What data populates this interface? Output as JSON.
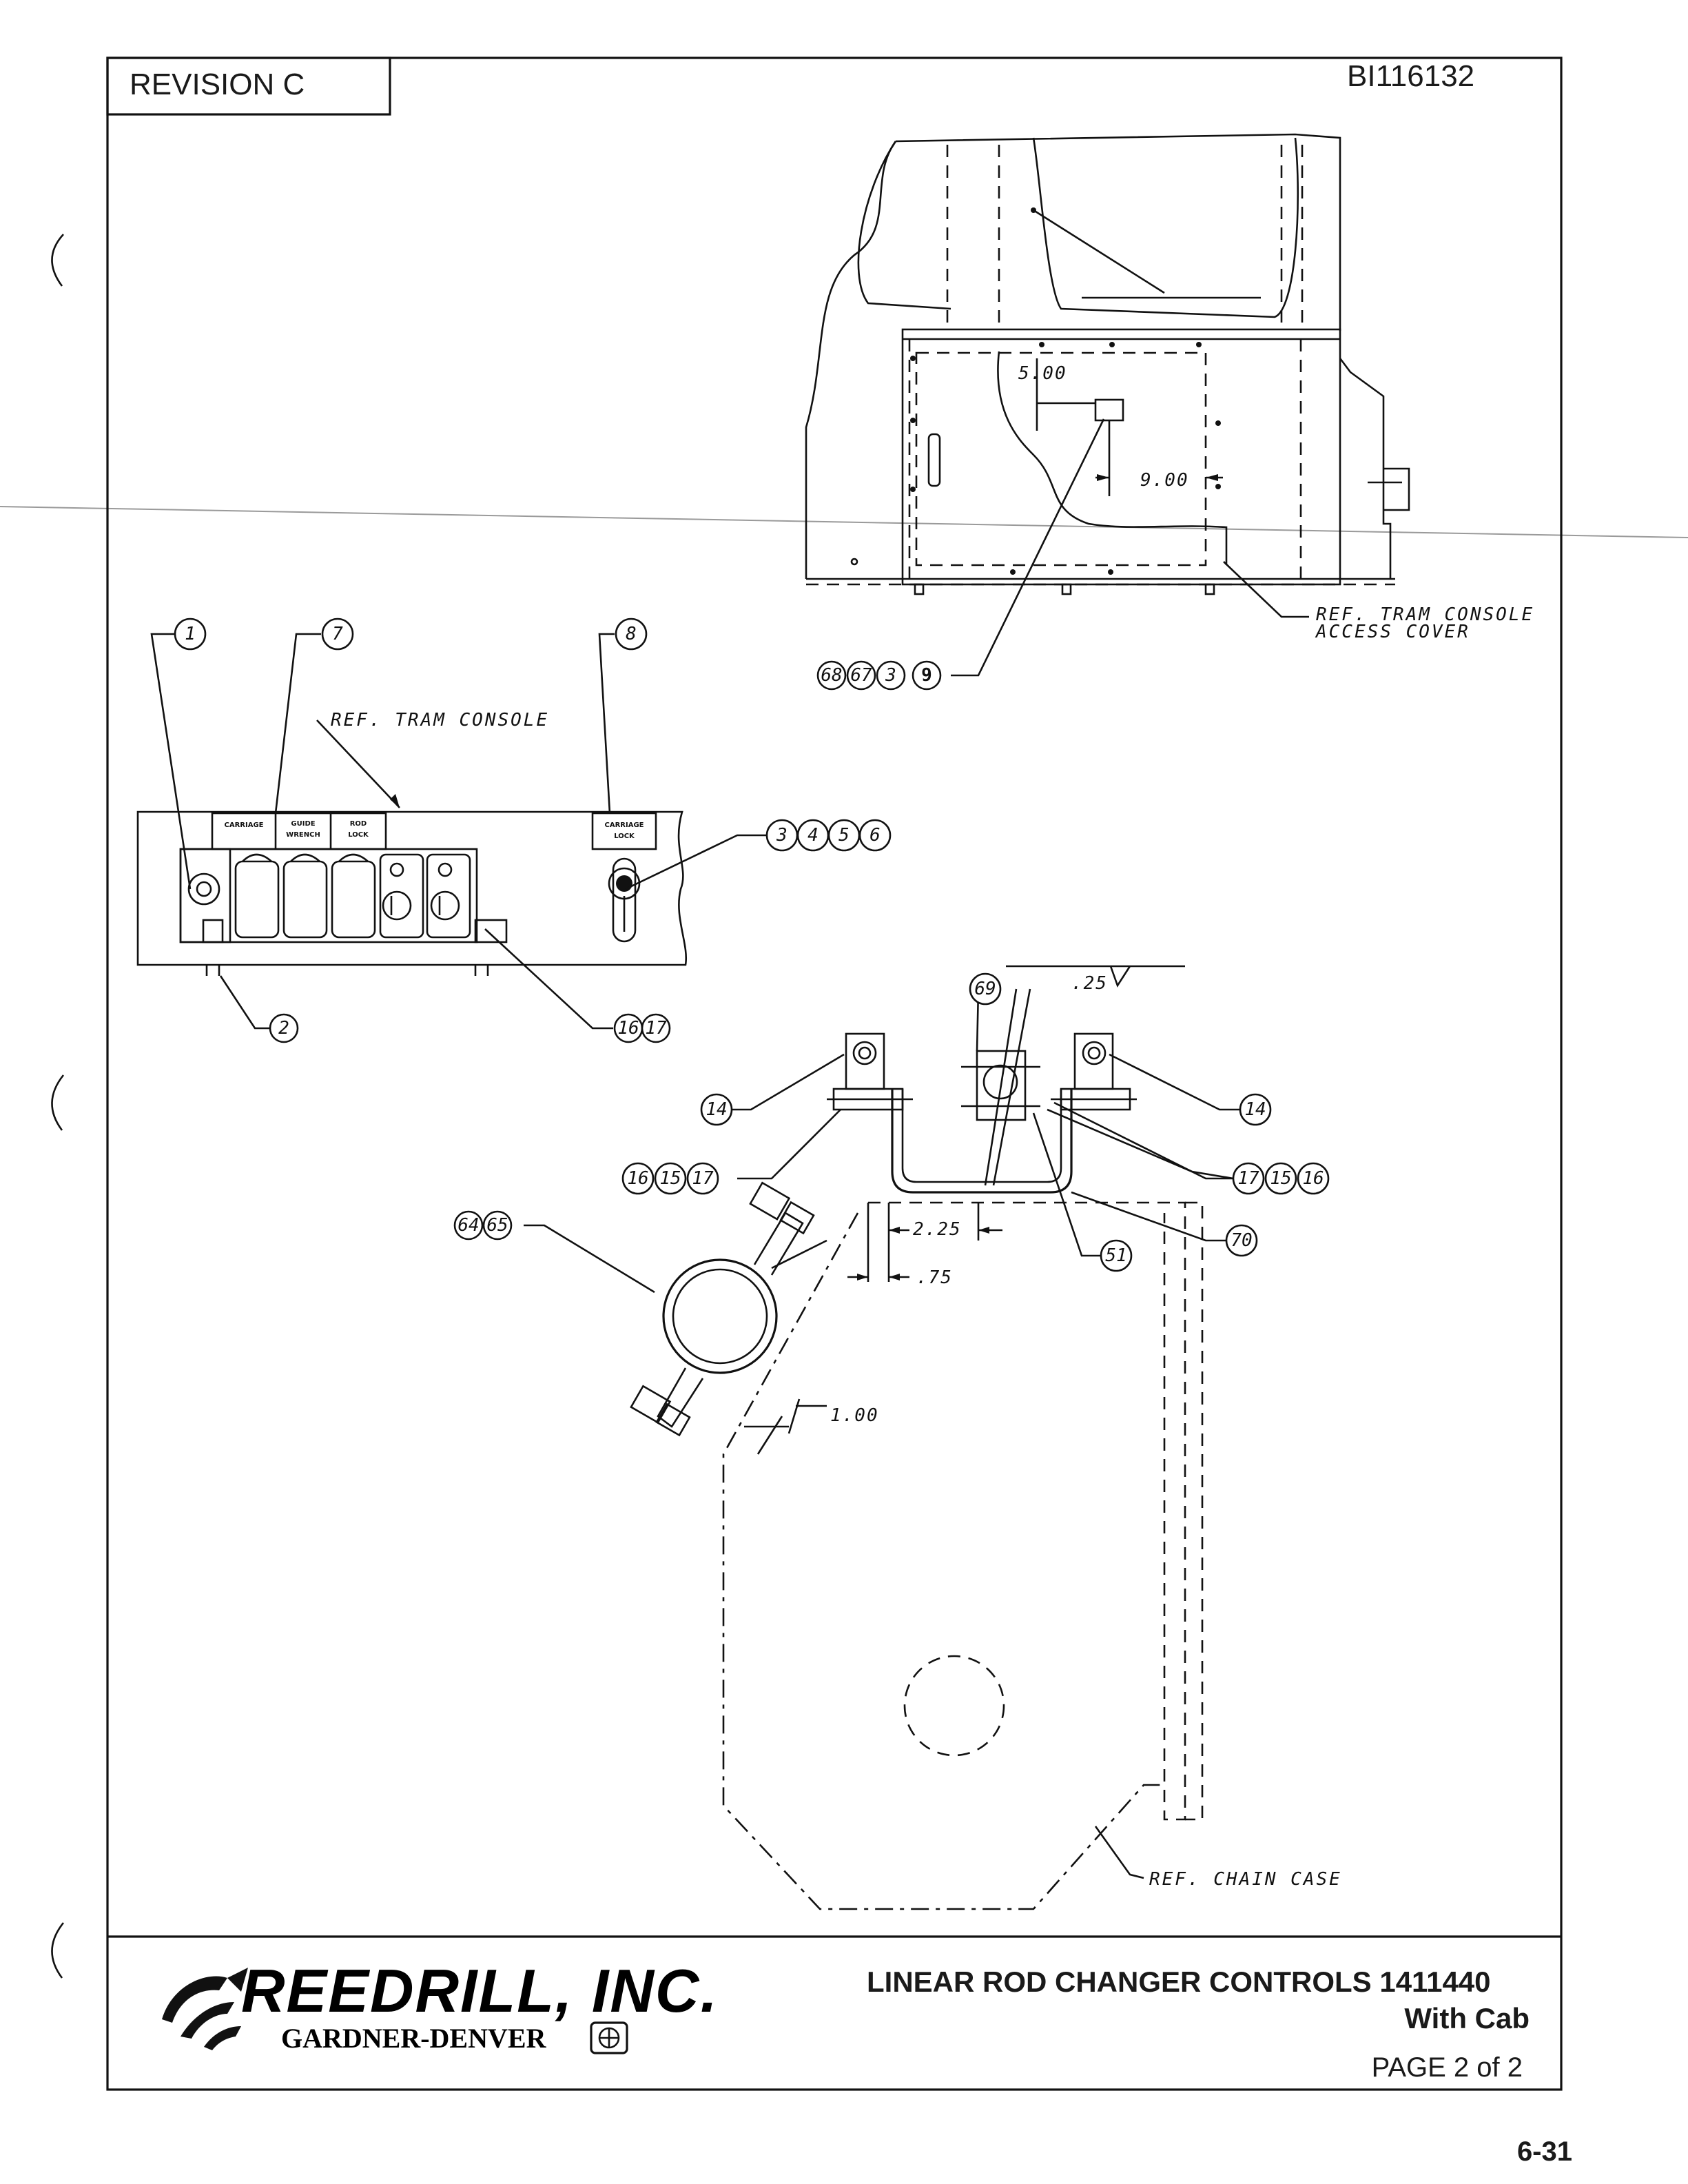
{
  "header": {
    "revision": "REVISION  C",
    "drawing_number": "BI116132"
  },
  "upper_view": {
    "dim_vertical": "5.00",
    "dim_horizontal": "9.00",
    "ref_label_line1": "REF. TRAM CONSOLE",
    "ref_label_line2": "ACCESS COVER",
    "balloons": [
      "68",
      "67",
      "3",
      "9"
    ]
  },
  "console_view": {
    "ref_label": "REF. TRAM CONSOLE",
    "panel_labels": [
      {
        "line1": "CARRIAGE",
        "line2": ""
      },
      {
        "line1": "GUIDE",
        "line2": "WRENCH"
      },
      {
        "line1": "ROD",
        "line2": "LOCK"
      },
      {
        "line1": "CARRIAGE",
        "line2": "LOCK"
      }
    ],
    "balloons_item1": "1",
    "balloons_item7": "7",
    "balloons_item8": "8",
    "balloons_item2": "2",
    "balloons_right": [
      "3",
      "4",
      "5",
      "6"
    ],
    "balloons_bottom": [
      "16",
      "17"
    ]
  },
  "bracket_view": {
    "weld_dim": ".25",
    "dim_225": "2.25",
    "dim_075": ".75",
    "dim_100": "1.00",
    "ref_chain_case": "REF. CHAIN CASE",
    "balloon_69": "69",
    "balloon_14_left": "14",
    "balloon_14_right": "14",
    "balloons_left_group": [
      "16",
      "15",
      "17"
    ],
    "balloons_right_group": [
      "17",
      "15",
      "16"
    ],
    "balloon_51": "51",
    "balloon_70": "70",
    "balloons_clamp": [
      "64",
      "65"
    ]
  },
  "title_block": {
    "company": "REEDRILL, INC.",
    "parent": "GARDNER-DENVER",
    "title_line1": "LINEAR ROD CHANGER CONTROLS  1411440",
    "title_line2": "With Cab",
    "page": "PAGE  2 of  2"
  },
  "page_number": "6-31"
}
